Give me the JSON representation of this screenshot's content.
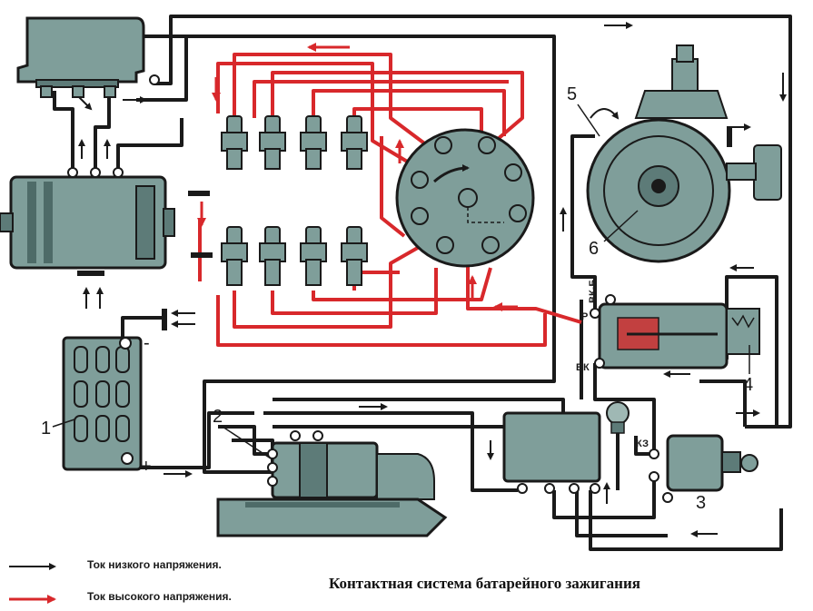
{
  "caption": "Контактная система батарейного зажигания",
  "legend": {
    "low_voltage": "Ток низкого напряжения.",
    "high_voltage": "Ток высокого напряжения."
  },
  "labels": {
    "n1": "1",
    "n2": "2",
    "n3": "3",
    "n4": "4",
    "n5": "5",
    "n6": "6",
    "term_vkb": "ВК-Б",
    "term_r": "Р",
    "term_vk": "ВК",
    "term_kz": "КЗ",
    "minus": "-",
    "plus": "+"
  },
  "colors": {
    "low_voltage_wire": "#1a1a1a",
    "high_voltage_wire": "#d8282b",
    "component_fill": "#7f9e9a",
    "component_dark": "#3f5654"
  }
}
